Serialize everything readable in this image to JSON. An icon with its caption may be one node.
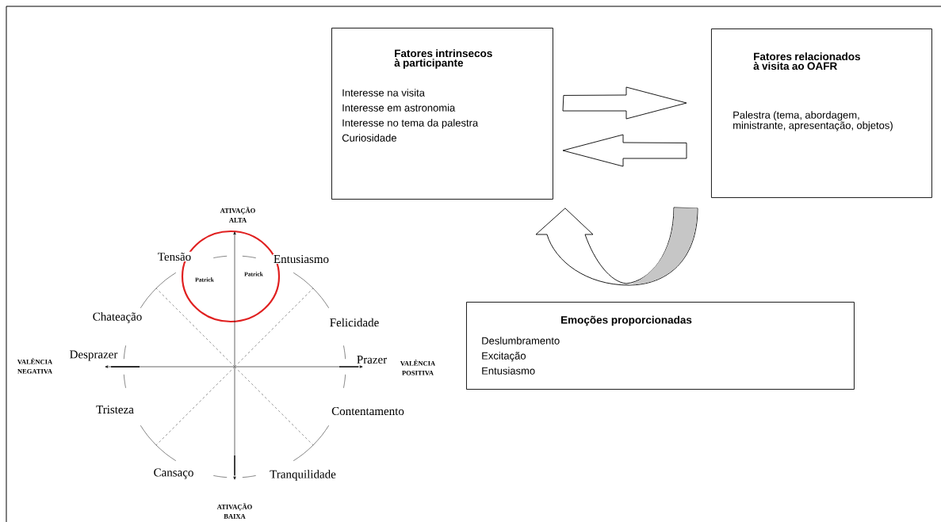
{
  "diagram": {
    "nodes": [
      {
        "text": [
          "Fatores intrinsecos à participante",
          "Interesse na visita",
          "Interesse em astronomia",
          "Interesse no tema da palestra",
          "Curiosidade"
        ]
      },
      {
        "text": [
          "Fatores relacionados à visita ao OAFR",
          "Palestra (tema, abordagem, ministrante, apresentação, objetos)"
        ]
      },
      {
        "text": [
          "Emoções proporcionadas",
          "Deslumbramento",
          "Excitação",
          "Entusiasmo"
        ]
      },
      {
        "text": [
          "Patrick",
          "Patrick"
        ]
      }
    ],
    "edges": [
      {
        "from": 0,
        "to": 1,
        "arrow": "to"
      },
      {
        "from": 1,
        "to": 0,
        "arrow": "to"
      },
      {
        "from": 1,
        "to": 0,
        "arrow": "to"
      }
    ],
    "labels": [
      "ATIVAÇÃO ALTA",
      "Tensão",
      "Entusiasmo",
      "Chateação",
      "Felicidade",
      "VALÊNCIA NEGATIVA",
      "Desprazer",
      "Prazer",
      "VALÊNCIA POSITIVA",
      "Tristeza",
      "Contentamento",
      "Cansaço",
      "Tranquilidade",
      "ATIVAÇÃO BAIXA"
    ]
  }
}
